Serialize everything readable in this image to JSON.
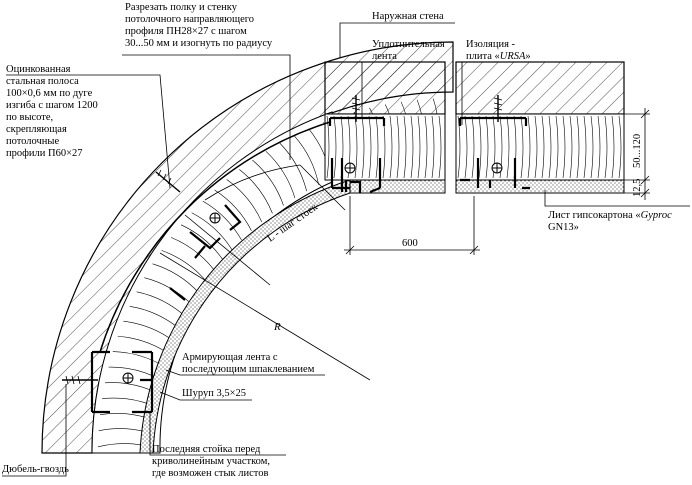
{
  "labels": {
    "cut_flange": [
      "Разрезать полку и стенку",
      "потолочного направляющего",
      "профиля ПН28×27 с шагом",
      "30...50 мм и изогнуть по радиусу"
    ],
    "outer_wall": "Наружная стена",
    "sealing_tape": [
      "Уплотнительная",
      "лента"
    ],
    "insulation_prefix": "Изоляция -",
    "insulation_line2_prefix": "плита «",
    "insulation_brand": "URSA",
    "insulation_line2_suffix": "»",
    "galv_strip": [
      "Оцинкованная",
      "стальная полоса",
      "100×0,6 мм по дуге",
      "изгиба с шагом 1200",
      "по высоте,",
      "скрепляющая",
      "потолочные",
      "профили П60×27"
    ],
    "stud_pitch": "L - шаг стоек",
    "dim_600": "600",
    "dim_50_120": "50...120",
    "dim_12_5": "12,5",
    "gypsum_prefix": "Лист гипсокартона «",
    "gypsum_brand": "Gyproc",
    "gypsum_line2": "GN13»",
    "radius": "R",
    "reinforcing_tape": [
      "Армирующая лента с",
      "последующим шпаклеванием"
    ],
    "screw": "Шуруп 3,5×25",
    "anchor": "Дюбель-гвоздь",
    "last_stud": [
      "Последняя стойка перед",
      "криволинейным участком,",
      "где возможен стык листов"
    ]
  },
  "colors": {
    "line": "#000000",
    "hatch": "#000000",
    "board_fill": "#d9d9d9"
  }
}
